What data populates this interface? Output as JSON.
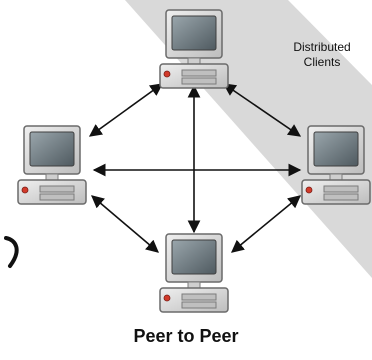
{
  "diagram": {
    "label": "Distributed\nClients",
    "title": "Peer to Peer",
    "nodes": [
      {
        "id": "top"
      },
      {
        "id": "left"
      },
      {
        "id": "right"
      },
      {
        "id": "bottom"
      }
    ],
    "edges": [
      {
        "from": "top",
        "to": "left",
        "bidirectional": true
      },
      {
        "from": "top",
        "to": "right",
        "bidirectional": true
      },
      {
        "from": "top",
        "to": "bottom",
        "bidirectional": true
      },
      {
        "from": "left",
        "to": "right",
        "bidirectional": true
      },
      {
        "from": "left",
        "to": "bottom",
        "bidirectional": true
      },
      {
        "from": "right",
        "to": "bottom",
        "bidirectional": true
      }
    ],
    "colors": {
      "background_band": "#d9d9d9",
      "computer_body": "#d6d6d6",
      "screen": "#7f8c92",
      "power_light": "#d23a2a",
      "arrow": "#111111"
    }
  }
}
